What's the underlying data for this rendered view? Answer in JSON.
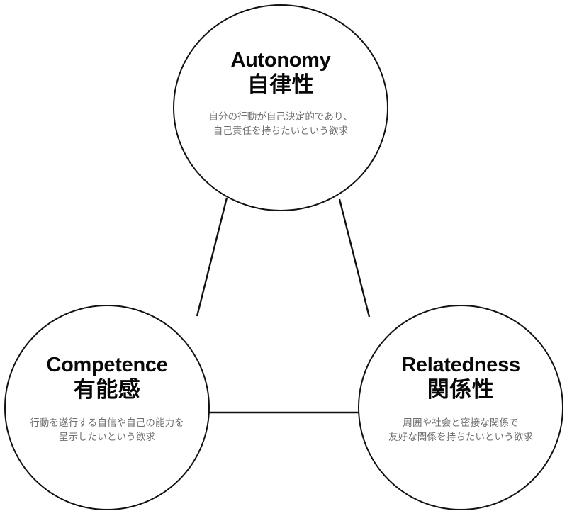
{
  "diagram": {
    "type": "self-determination-theory-triad",
    "background_color": "#ffffff",
    "stroke_color": "#111111",
    "title_color": "#080808",
    "description_color": "#6e6e6e",
    "nodes": [
      {
        "id": "autonomy",
        "title_en": "Autonomy",
        "title_ja": "自律性",
        "description": "自分の行動が自己決定的であり、\n自己責任を持ちたいという欲求"
      },
      {
        "id": "competence",
        "title_en": "Competence",
        "title_ja": "有能感",
        "description": "行動を遂行する自信や自己の能力を\n呈示したいという欲求"
      },
      {
        "id": "relatedness",
        "title_en": "Relatedness",
        "title_ja": "関係性",
        "description": "周囲や社会と密接な関係で\n友好な関係を持ちたいという欲求"
      }
    ],
    "edges": [
      {
        "id": "autonomy-competence",
        "from": "autonomy",
        "to": "competence"
      },
      {
        "id": "autonomy-relatedness",
        "from": "autonomy",
        "to": "relatedness"
      },
      {
        "id": "competence-relatedness",
        "from": "competence",
        "to": "relatedness"
      }
    ]
  }
}
